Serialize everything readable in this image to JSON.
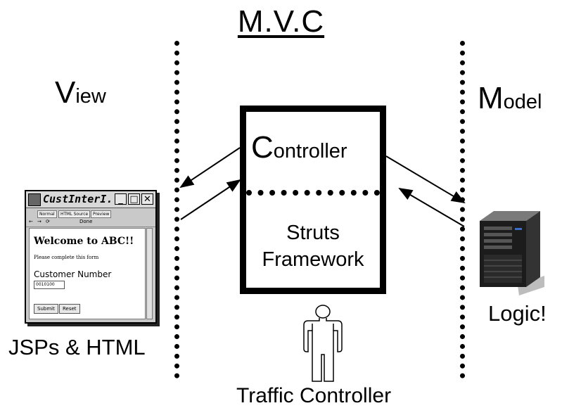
{
  "title": "M.V.C",
  "view": {
    "initial": "V",
    "rest": "iew"
  },
  "model": {
    "initial": "M",
    "rest": "odel"
  },
  "controller": {
    "initial": "C",
    "rest": "ontroller",
    "framework_line1": "Struts",
    "framework_line2": "Framework"
  },
  "view_caption": "JSPs & HTML",
  "model_caption": "Logic!",
  "person_caption": "Traffic Controller",
  "browser": {
    "window_title": "CustInterI...",
    "tabs": [
      "Normal",
      "HTML Source",
      "Preview"
    ],
    "status": "Done",
    "heading": "Welcome to ABC!!",
    "instruction": "Please complete this form",
    "field_label": "Customer Number",
    "field_value": "0010100",
    "submit_label": "Submit",
    "reset_label": "Reset"
  }
}
